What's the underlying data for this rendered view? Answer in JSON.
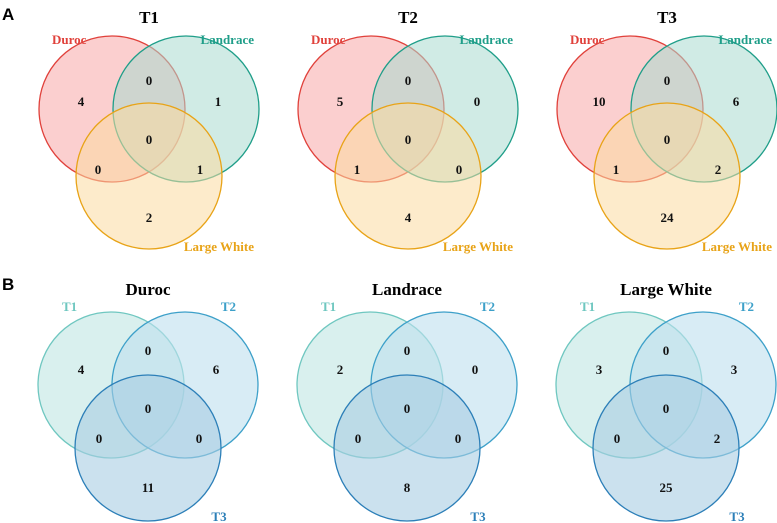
{
  "panels": {
    "A": {
      "label": "A",
      "diagrams": [
        {
          "title": "T1",
          "sets": [
            {
              "name": "Duroc",
              "color": "#e0413b",
              "fill": "#f7a8a8"
            },
            {
              "name": "Landrace",
              "color": "#1f9e89",
              "fill": "#a9dbd0"
            },
            {
              "name": "Large White",
              "color": "#e8a317",
              "fill": "#fbdba0"
            }
          ],
          "regions": {
            "only1": "4",
            "only2": "1",
            "only3": "2",
            "r12": "0",
            "r13": "0",
            "r23": "1",
            "r123": "0"
          }
        },
        {
          "title": "T2",
          "sets": [
            {
              "name": "Duroc",
              "color": "#e0413b",
              "fill": "#f7a8a8"
            },
            {
              "name": "Landrace",
              "color": "#1f9e89",
              "fill": "#a9dbd0"
            },
            {
              "name": "Large White",
              "color": "#e8a317",
              "fill": "#fbdba0"
            }
          ],
          "regions": {
            "only1": "5",
            "only2": "0",
            "only3": "4",
            "r12": "0",
            "r13": "1",
            "r23": "0",
            "r123": "0"
          }
        },
        {
          "title": "T3",
          "sets": [
            {
              "name": "Duroc",
              "color": "#e0413b",
              "fill": "#f7a8a8"
            },
            {
              "name": "Landrace",
              "color": "#1f9e89",
              "fill": "#a9dbd0"
            },
            {
              "name": "Large White",
              "color": "#e8a317",
              "fill": "#fbdba0"
            }
          ],
          "regions": {
            "only1": "10",
            "only2": "6",
            "only3": "24",
            "r12": "0",
            "r13": "1",
            "r23": "2",
            "r123": "0"
          }
        }
      ]
    },
    "B": {
      "label": "B",
      "diagrams": [
        {
          "title": "Duroc",
          "sets": [
            {
              "name": "T1",
              "color": "#6fc7c0",
              "fill": "#bfe6e2"
            },
            {
              "name": "T2",
              "color": "#3da0c9",
              "fill": "#bee0ef"
            },
            {
              "name": "T3",
              "color": "#2c7fb8",
              "fill": "#a9cde3"
            }
          ],
          "regions": {
            "only1": "4",
            "only2": "6",
            "only3": "11",
            "r12": "0",
            "r13": "0",
            "r23": "0",
            "r123": "0"
          }
        },
        {
          "title": "Landrace",
          "sets": [
            {
              "name": "T1",
              "color": "#6fc7c0",
              "fill": "#bfe6e2"
            },
            {
              "name": "T2",
              "color": "#3da0c9",
              "fill": "#bee0ef"
            },
            {
              "name": "T3",
              "color": "#2c7fb8",
              "fill": "#a9cde3"
            }
          ],
          "regions": {
            "only1": "2",
            "only2": "0",
            "only3": "8",
            "r12": "0",
            "r13": "0",
            "r23": "0",
            "r123": "0"
          }
        },
        {
          "title": "Large White",
          "sets": [
            {
              "name": "T1",
              "color": "#6fc7c0",
              "fill": "#bfe6e2"
            },
            {
              "name": "T2",
              "color": "#3da0c9",
              "fill": "#bee0ef"
            },
            {
              "name": "T3",
              "color": "#2c7fb8",
              "fill": "#a9cde3"
            }
          ],
          "regions": {
            "only1": "3",
            "only2": "3",
            "only3": "25",
            "r12": "0",
            "r13": "0",
            "r23": "2",
            "r123": "0"
          }
        }
      ]
    }
  }
}
